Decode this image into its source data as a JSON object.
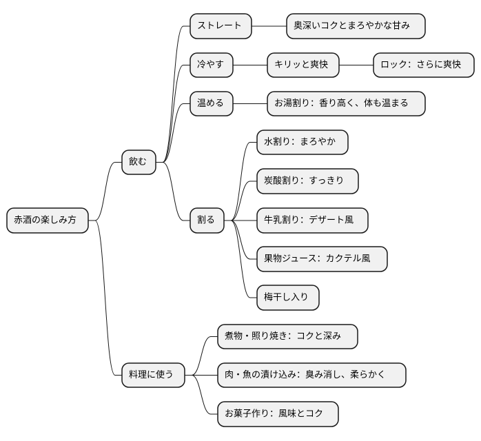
{
  "colors": {
    "node_fill": "#f1f1f1",
    "node_stroke": "#181818"
  },
  "mindmap": {
    "root": {
      "label": "赤酒の楽しみ方",
      "children": [
        {
          "label": "飲む",
          "children": [
            {
              "label": "ストレート",
              "children": [
                {
                  "label": "奥深いコクとまろやかな甘み"
                }
              ]
            },
            {
              "label": "冷やす",
              "children": [
                {
                  "label": "キリッと爽快",
                  "children": [
                    {
                      "label": "ロック：さらに爽快"
                    }
                  ]
                }
              ]
            },
            {
              "label": "温める",
              "children": [
                {
                  "label": "お湯割り：香り高く、体も温まる"
                }
              ]
            },
            {
              "label": "割る",
              "children": [
                {
                  "label": "水割り：まろやか"
                },
                {
                  "label": "炭酸割り：すっきり"
                },
                {
                  "label": "牛乳割り：デザート風"
                },
                {
                  "label": "果物ジュース：カクテル風"
                },
                {
                  "label": "梅干し入り"
                }
              ]
            }
          ]
        },
        {
          "label": "料理に使う",
          "children": [
            {
              "label": "煮物・照り焼き：コクと深み"
            },
            {
              "label": "肉・魚の漬け込み：臭み消し、柔らかく"
            },
            {
              "label": "お菓子作り：風味とコク"
            }
          ]
        }
      ]
    }
  }
}
